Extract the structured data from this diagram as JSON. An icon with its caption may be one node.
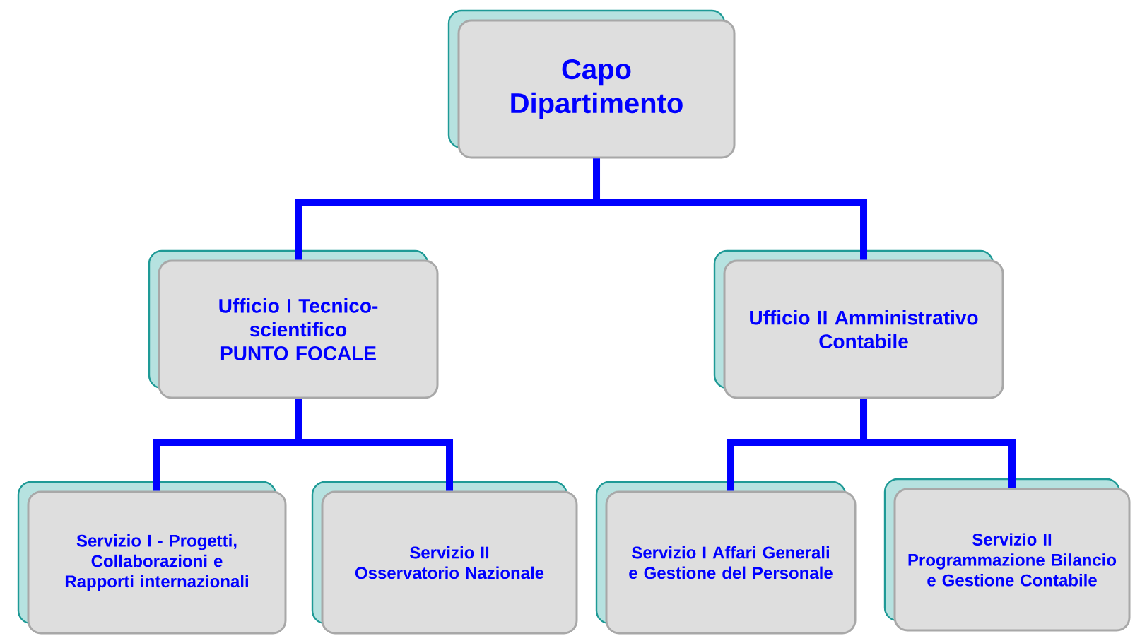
{
  "diagram": {
    "nodes": [
      {
        "text": [
          "Capo Dipartimento"
        ]
      },
      {
        "text": [
          "Ufficio I Tecnico-scientifico PUNTO FOCALE"
        ]
      },
      {
        "text": [
          "Ufficio II Amministrativo Contabile"
        ]
      },
      {
        "text": [
          "Servizio I - Progetti, Collaborazioni e Rapporti internazionali"
        ]
      },
      {
        "text": [
          "Servizio II Osservatorio Nazionale"
        ]
      },
      {
        "text": [
          "Servizio I Affari Generali e Gestione del Personale"
        ]
      },
      {
        "text": [
          "Servizio II Programmazione Bilancio e Gestione Contabile"
        ]
      }
    ],
    "edges": [
      {
        "from": 0,
        "to": 1,
        "arrow": "none"
      },
      {
        "from": 0,
        "to": 2,
        "arrow": "none"
      },
      {
        "from": 1,
        "to": 3,
        "arrow": "none"
      },
      {
        "from": 1,
        "to": 4,
        "arrow": "none"
      },
      {
        "from": 2,
        "to": 5,
        "arrow": "none"
      },
      {
        "from": 2,
        "to": 6,
        "arrow": "none"
      }
    ]
  }
}
